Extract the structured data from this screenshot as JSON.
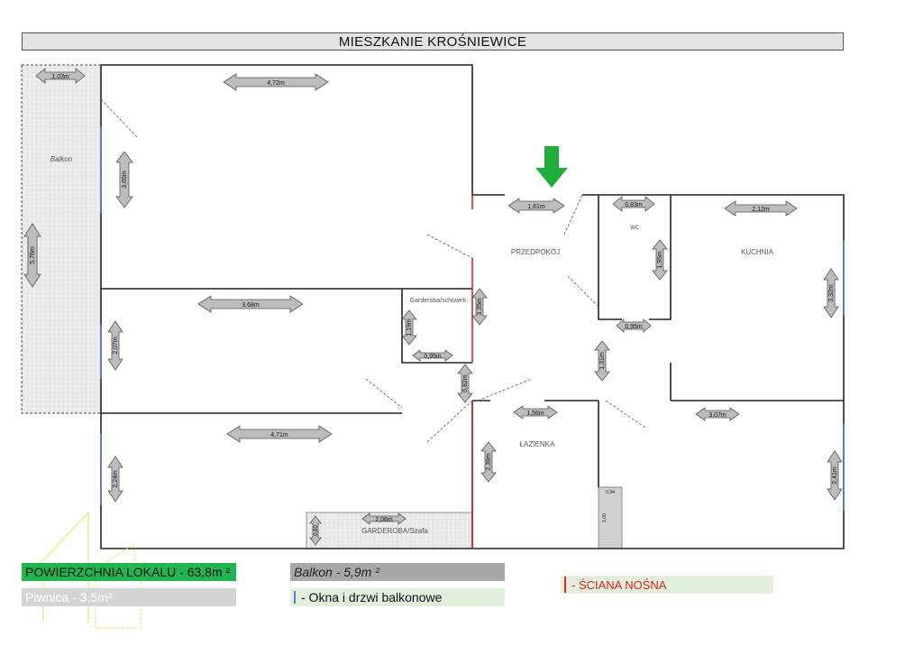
{
  "title": "MIESZKANIE KROŚNIEWICE",
  "rooms": {
    "balcony": "Balkon",
    "hall": "PRZEDPOKÓJ",
    "wc": "wc",
    "kitchen": "KUCHNIA",
    "wardrobe_closet": "Garderoba/schowek",
    "bathroom": "ŁAZIENKA",
    "wardrobe": "GARDEROBA/Szafa"
  },
  "dimensions": {
    "balcony_width": "1,03m",
    "balcony_length": "5,76m",
    "room1_width": "4,72m",
    "room1_depth": "3,65m",
    "entry_width": "1,61m",
    "wc_width": "0,83m",
    "wc_depth": "1,95m",
    "wc_inner": "0,95m",
    "kitchen_width": "2,12m",
    "kitchen_depth": "3,32m",
    "room2_width": "3,68m",
    "room2_depth": "2,07m",
    "closet_depth": "1,19m",
    "closet_width": "0,95m",
    "closet_side": "3,35m",
    "hall_door": "0,82m",
    "hall_depth": "1,31m",
    "bath_width": "1,56m",
    "bath_depth": "2,39m",
    "room3_width": "4,71m",
    "room3_depth": "2,24m",
    "right_room_width": "3,07m",
    "right_room_depth": "2,41m",
    "wardrobe_width": "2,06m",
    "wardrobe_depth": "0,60",
    "shaft_w": "0,34",
    "shaft_h": "1,00"
  },
  "legend": {
    "area": "POWIERZCHNIA LOKALU - 63,8m ²",
    "cellar": "Piwnica - 3,5m²",
    "balcony": "Balkon - 5,9m ²",
    "windows": "- Okna i drzwi balkonowe",
    "bearing_wall": "- ŚCIANA NOŚNA"
  },
  "colors": {
    "area_bg": "#1fb64f",
    "bearing_wall": "#e0241c",
    "windows": "#5b7cc6",
    "entry_arrow": "#1fae3c"
  }
}
